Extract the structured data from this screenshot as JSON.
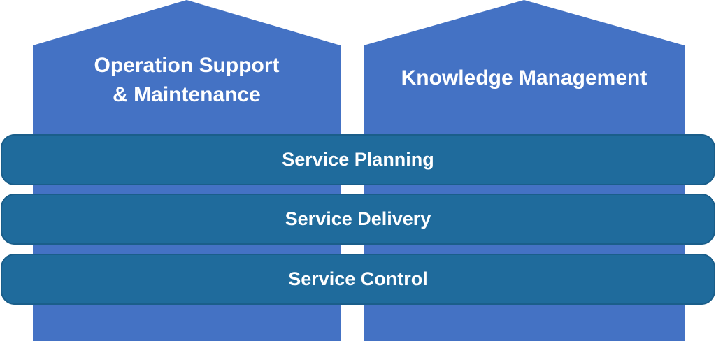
{
  "pillars": {
    "left": {
      "title": "Operation Support\n& Maintenance"
    },
    "right": {
      "title": "Knowledge Management"
    }
  },
  "bands": [
    {
      "label": "Service Planning"
    },
    {
      "label": "Service Delivery"
    },
    {
      "label": "Service Control"
    }
  ],
  "colors": {
    "pillar": "#4472c4",
    "band": "#1f6b9c",
    "text": "#ffffff"
  }
}
